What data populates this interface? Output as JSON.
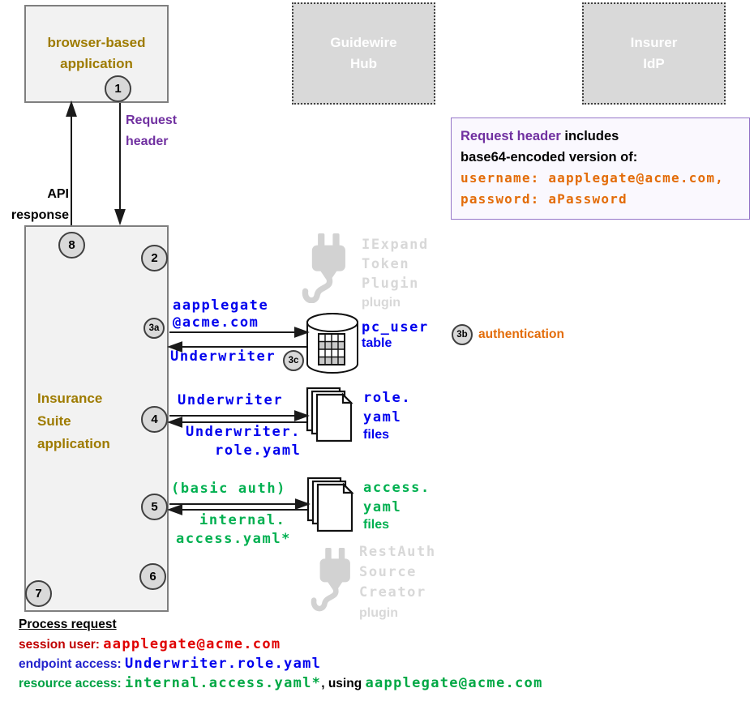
{
  "palette": {
    "dark_yellow": "#9e7b00",
    "purple": "#7030a0",
    "orange": "#e36c09",
    "blue": "#0000ee",
    "green": "#00b050",
    "red_label": "#c00000",
    "red_value": "#e00000",
    "icon_gray": "#d2d2d2",
    "box_gray": "#d9d9d9"
  },
  "icons": {
    "database": "database-icon",
    "files": "files-stack-icon",
    "plug": "plug-icon"
  },
  "top": {
    "browser_box": {
      "line1": "browser-based",
      "line2": "application"
    },
    "guidewire_box": {
      "line1": "Guidewire",
      "line2": "Hub"
    },
    "idp_box": {
      "line1": "Insurer",
      "line2": "IdP"
    },
    "request_header_label": {
      "line1": "Request",
      "line2": "header"
    },
    "api_response_label": {
      "line1": "API",
      "line2": "response"
    }
  },
  "info_box": {
    "title_highlight": "Request header",
    "title_rest": " includes",
    "line2": "base64-encoded version of:",
    "code_line1": "username: aapplegate@acme.com,",
    "code_line2": "password: aPassword"
  },
  "suite_box": {
    "line1": "Insurance",
    "line2": "Suite",
    "line3": "application"
  },
  "steps": {
    "s1": "1",
    "s2": "2",
    "s3a": "3a",
    "s3b": "3b",
    "s3c": "3c",
    "s4": "4",
    "s5": "5",
    "s6": "6",
    "s7": "7",
    "s8": "8"
  },
  "step3": {
    "request_line1": "aapplegate",
    "request_line2": "@acme.com",
    "response": "Underwriter",
    "db_label_line1": "pc_user",
    "db_label_line2": "table",
    "auth_label": "authentication"
  },
  "iexpand_plugin": {
    "line1": "IExpand",
    "line2": "Token",
    "line3": "Plugin",
    "line4": "plugin"
  },
  "step4": {
    "request": "Underwriter",
    "response_line1": "Underwriter.",
    "response_line2": "role.yaml",
    "files_label_line1": "role.",
    "files_label_line2": "yaml",
    "files_label_line3": "files"
  },
  "step5": {
    "request": "(basic auth)",
    "response_line1": "internal.",
    "response_line2": "access.yaml*",
    "files_label_line1": "access.",
    "files_label_line2": "yaml",
    "files_label_line3": "files"
  },
  "restauth_plugin": {
    "line1": "RestAuth",
    "line2": "Source",
    "line3": "Creator",
    "line4": "plugin"
  },
  "footer": {
    "title": "Process request",
    "session_label": "session user: ",
    "session_value": "aapplegate@acme.com",
    "endpoint_label": "endpoint access: ",
    "endpoint_value": "Underwriter.role.yaml",
    "resource_label": "resource access: ",
    "resource_value": "internal.access.yaml*",
    "resource_mid": ", using ",
    "resource_value2": "aapplegate@acme.com"
  }
}
